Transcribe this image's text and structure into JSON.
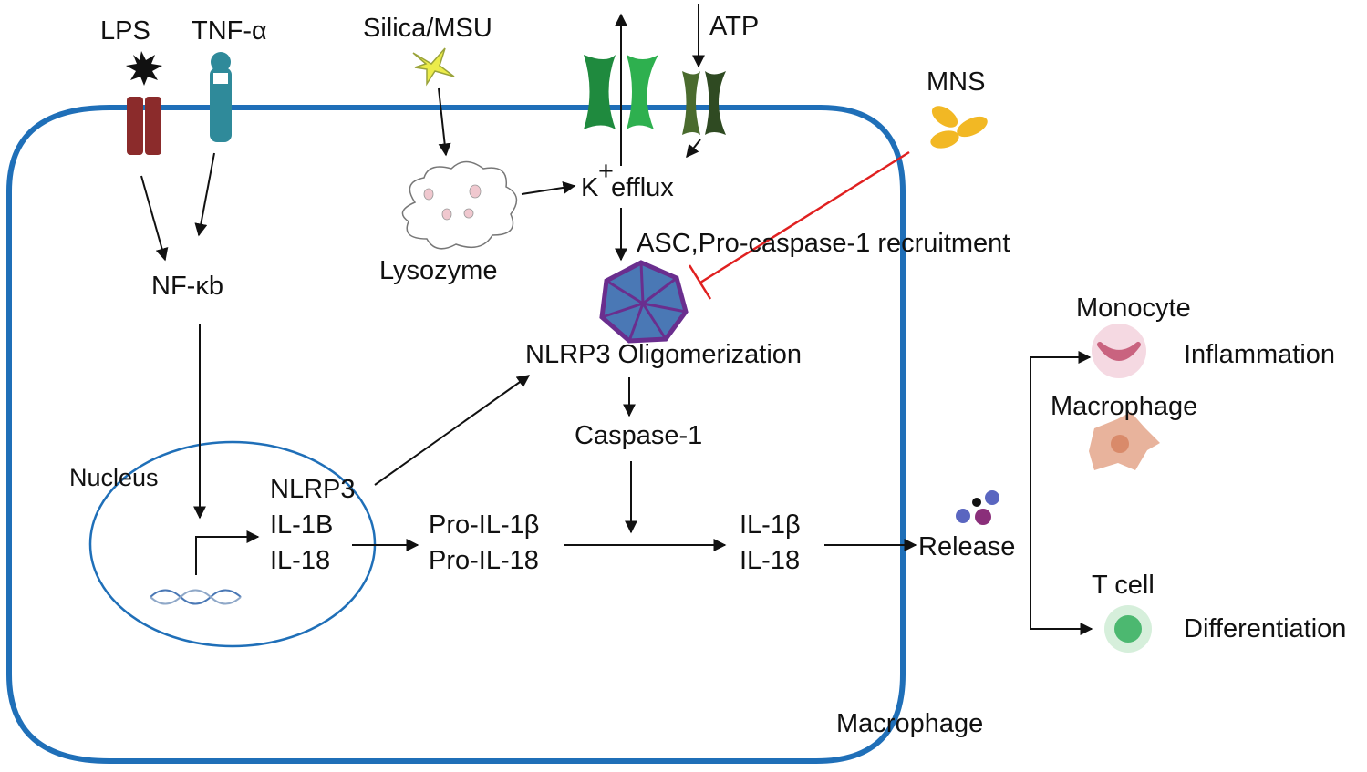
{
  "labels": {
    "lps": "LPS",
    "tnf": "TNF-α",
    "silica": "Silica/MSU",
    "atp": "ATP",
    "mns": "MNS",
    "k": "K",
    "k_sup": "+",
    "k_efflux": "efflux",
    "lysozyme": "Lysozyme",
    "asc": "ASC,Pro-caspase-1 recruitment",
    "nfkb": "NF-κb",
    "nlrp3_olig": "NLRP3 Oligomerization",
    "caspase1": "Caspase-1",
    "nucleus": "Nucleus",
    "genes": [
      "NLRP3",
      "IL-1B",
      "IL-18"
    ],
    "pro": [
      "Pro-IL-1β",
      "Pro-IL-18"
    ],
    "mature": [
      "IL-1β",
      "IL-18"
    ],
    "release": "Release",
    "monocyte": "Monocyte",
    "inflammation": "Inflammation",
    "macrophage_cell": "Macrophage",
    "tcell": "T cell",
    "differentiation": "Differentiation",
    "macrophage_label": "Macrophage"
  },
  "colors": {
    "membrane": "#1f6fb8",
    "nucleus": "#1f6fb8",
    "lps_receptor": "#8b2b2b",
    "tnf_receptor": "#2f8a9a",
    "channel_green": "#2eb04f",
    "channel_dark": "#4a6b2e",
    "inhibition": "#e02020",
    "mns_particles": "#f2b824",
    "nlrp3_fill": "#4a78b5",
    "nlrp3_stroke": "#6a2e8e",
    "monocyte": "#c9637f",
    "macrophage": "#d98a6a",
    "tcell": "#4cb870"
  }
}
